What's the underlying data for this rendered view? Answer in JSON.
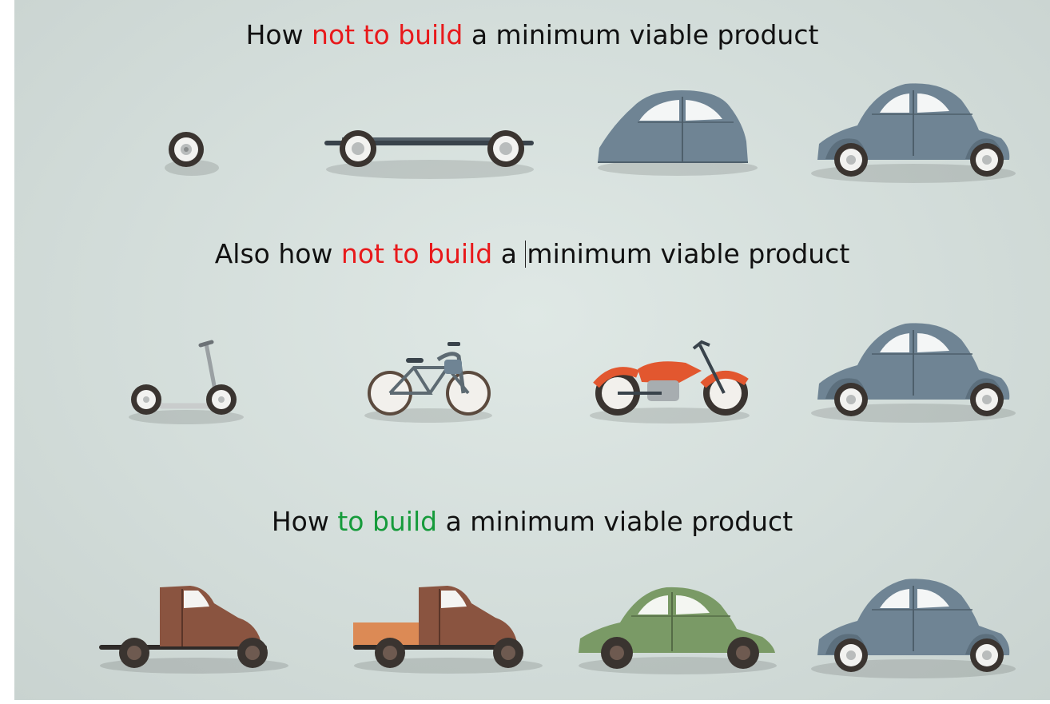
{
  "headings": [
    {
      "pre": "How ",
      "em": "not to build",
      "post": " a minimum viable product",
      "em_color": "#e8191b"
    },
    {
      "pre": "Also how ",
      "em": "not to build",
      "post_a": " a ",
      "post_b": "minimum viable product",
      "em_color": "#e8191b"
    },
    {
      "pre": "How ",
      "em": "to build",
      "post": " a minimum viable product",
      "em_color": "#169b3b"
    }
  ],
  "colors": {
    "car_blue": "#6f8494",
    "truck_brown": "#8a5440",
    "truck_bed_orange": "#dc8a55",
    "green_car": "#7a9a66",
    "motorbike_red": "#e2572f",
    "tire": "#3a3430",
    "text_red": "#e8191b",
    "text_green": "#169b3b"
  },
  "rows": [
    {
      "items": [
        {
          "icon": "wheel-icon"
        },
        {
          "icon": "chassis-icon"
        },
        {
          "icon": "car-body-shell-icon"
        },
        {
          "icon": "car-icon"
        }
      ]
    },
    {
      "items": [
        {
          "icon": "scooter-icon"
        },
        {
          "icon": "bicycle-icon"
        },
        {
          "icon": "motorcycle-icon"
        },
        {
          "icon": "car-icon"
        }
      ]
    },
    {
      "items": [
        {
          "icon": "truck-chassis-icon"
        },
        {
          "icon": "pickup-truck-icon"
        },
        {
          "icon": "green-car-icon"
        },
        {
          "icon": "car-icon"
        }
      ]
    }
  ]
}
